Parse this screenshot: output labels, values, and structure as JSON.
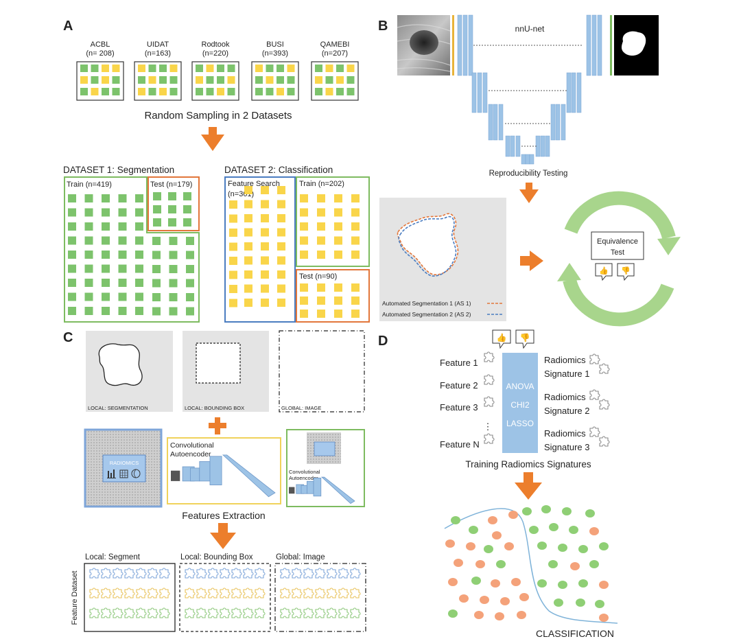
{
  "panels": {
    "a": {
      "letter": "A",
      "datasets": [
        {
          "name": "ACBL",
          "n": "(n= 208)"
        },
        {
          "name": "UIDAT",
          "n": "(n=163)"
        },
        {
          "name": "Rodtook",
          "n": "(n=220)"
        },
        {
          "name": "BUSI",
          "n": "(n=393)"
        },
        {
          "name": "QAMEBI",
          "n": "(n=207)"
        }
      ],
      "sampling": "Random Sampling in 2 Datasets",
      "dataset1_title": "DATASET 1: Segmentation",
      "dataset2_title": "DATASET 2: Classification",
      "train1": "Train (n=419)",
      "test1": "Test (n=179)",
      "feature_search": "Feature Search",
      "feature_search_n": "(n=301)",
      "train2": "Train (n=202)",
      "test2": "Test (n=90)"
    },
    "b": {
      "letter": "B",
      "network": "nnU-net",
      "reproducibility": "Reproducibility Testing",
      "legend_as1": "Automated Segmentation 1 (AS 1)",
      "legend_as2": "Automated Segmentation 2 (AS 2)",
      "equivalence_line1": "Equivalence",
      "equivalence_line2": "Test"
    },
    "c": {
      "letter": "C",
      "roi_segmentation": "LOCAL: SEGMENTATION",
      "roi_bbox": "LOCAL: BOUNDING BOX",
      "roi_global": "GLOBAL: IMAGE",
      "radiomics": "RADIOMICS",
      "cae_line1": "Convolutional",
      "cae_line2": "Autoencoder",
      "features_extraction": "Features Extraction",
      "feature_dataset": "Feature Dataset",
      "cols": [
        "Local: Segment",
        "Local: Bounding Box",
        "Global: Image"
      ]
    },
    "d": {
      "letter": "D",
      "features": [
        "Feature 1",
        "Feature 2",
        "Feature 3",
        "⋮",
        "Feature N"
      ],
      "methods": [
        "ANOVA",
        "CHI2",
        "LASSO"
      ],
      "signatures": [
        {
          "line1": "Radiomics",
          "line2": "Signature 1"
        },
        {
          "line1": "Radiomics",
          "line2": "Signature 2"
        },
        {
          "line1": "Radiomics",
          "line2": "Signature 3"
        }
      ],
      "training": "Training Radiomics Signatures",
      "classification": "CLASSIFICATION"
    }
  },
  "colors": {
    "green": "#7dc36c",
    "yellow": "#f9d54a",
    "orange": "#ec7e2c",
    "blue": "#9dc3e6",
    "box_blue": "#4a7cc0",
    "box_green": "#7dbb5f",
    "box_orange": "#e2763a",
    "gray_bg": "#e4e4e4",
    "light_green_circle": "#a8d58c",
    "dot_green": "#8fcf75",
    "dot_orange": "#f4a27a"
  }
}
